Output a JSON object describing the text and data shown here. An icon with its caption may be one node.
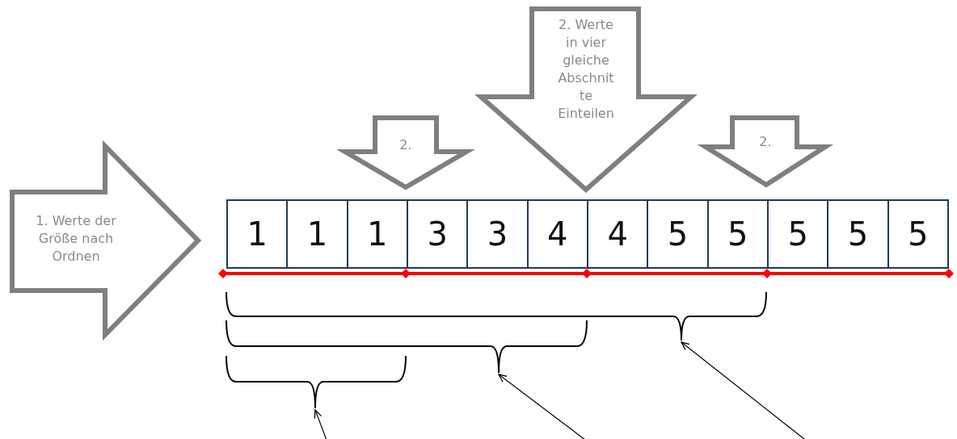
{
  "diagram": {
    "nodes": [
      {
        "text": [
          "1. Werte der Größe nach Ordnen"
        ]
      },
      {
        "text": [
          "2."
        ]
      },
      {
        "text": [
          "2. Werte in vier gleiche Abschnitte Einteilen"
        ]
      },
      {
        "text": [
          "2."
        ]
      },
      {
        "text": [
          "1"
        ]
      },
      {
        "text": [
          "1"
        ]
      },
      {
        "text": [
          "1"
        ]
      },
      {
        "text": [
          "3"
        ]
      },
      {
        "text": [
          "3"
        ]
      },
      {
        "text": [
          "4"
        ]
      },
      {
        "text": [
          "4"
        ]
      },
      {
        "text": [
          "5"
        ]
      },
      {
        "text": [
          "5"
        ]
      },
      {
        "text": [
          "5"
        ]
      },
      {
        "text": [
          "5"
        ]
      },
      {
        "text": [
          "5"
        ]
      },
      {
        "text": [],
        "shape": "bracket"
      },
      {
        "text": [],
        "shape": "bracket"
      },
      {
        "text": [],
        "shape": "bracket"
      }
    ],
    "edges": [
      {
        "from": null,
        "to": 18,
        "arrow": "to"
      },
      {
        "from": null,
        "to": 17,
        "arrow": "to"
      },
      {
        "from": null,
        "to": 16,
        "arrow": "to"
      }
    ]
  }
}
